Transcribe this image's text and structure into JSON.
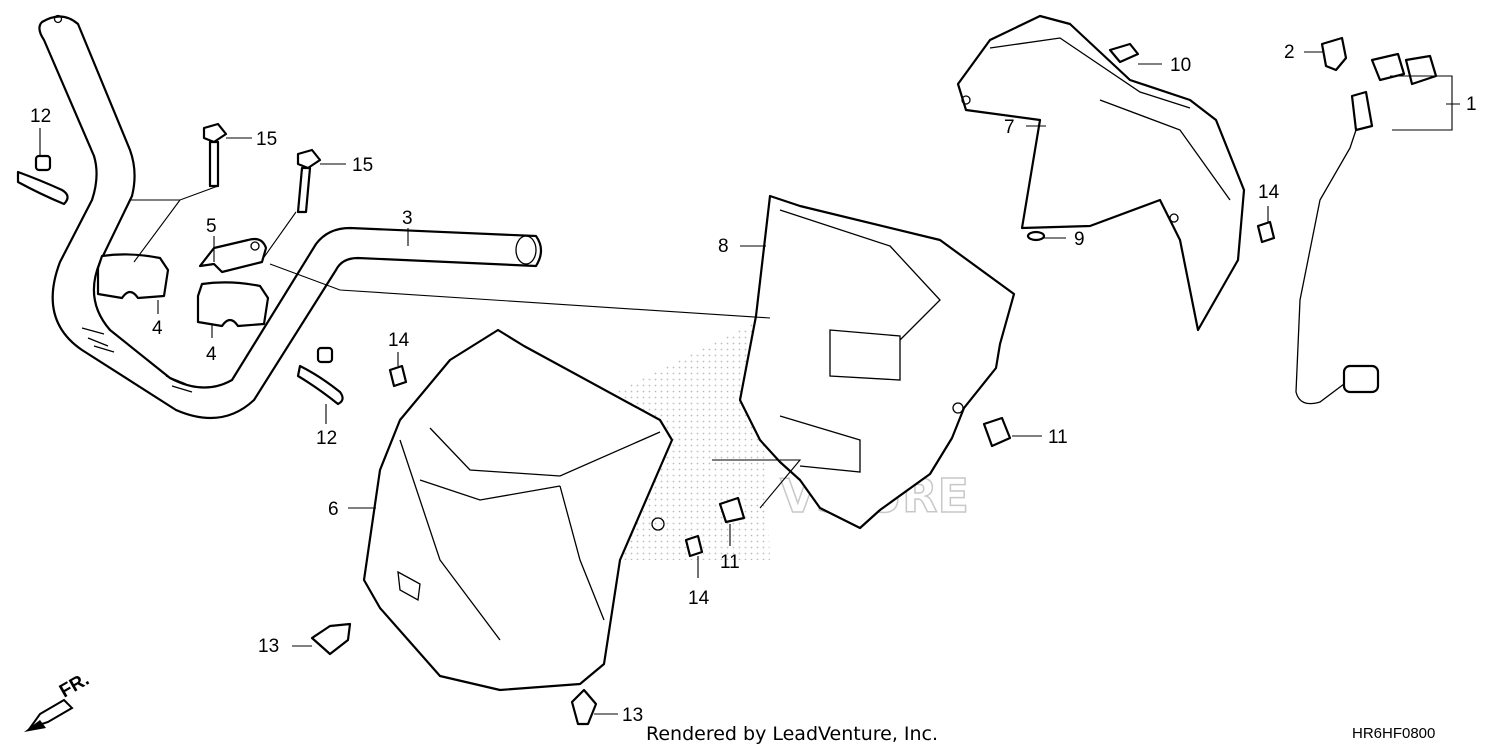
{
  "callouts": {
    "c1": "1",
    "c2": "2",
    "c3": "3",
    "c4a": "4",
    "c4b": "4",
    "c5": "5",
    "c6": "6",
    "c7": "7",
    "c8": "8",
    "c9": "9",
    "c10": "10",
    "c11a": "11",
    "c11b": "11",
    "c12a": "12",
    "c12b": "12",
    "c13a": "13",
    "c13b": "13",
    "c14a": "14",
    "c14b": "14",
    "c14c": "14",
    "c15a": "15",
    "c15b": "15"
  },
  "front_arrow_label": "FR.",
  "footer": "Rendered by LeadVenture, Inc.",
  "diagram_code": "HR6HF0800"
}
